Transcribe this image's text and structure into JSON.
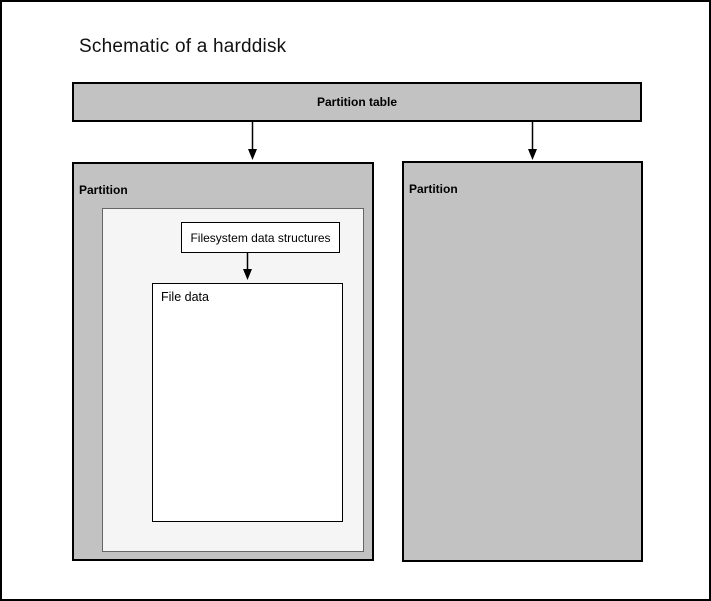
{
  "title": "Schematic of a harddisk",
  "partition_table": {
    "label": "Partition table"
  },
  "left_partition": {
    "label": "Partition",
    "filesystem_box": {
      "label": "Filesystem data structures"
    },
    "file_data_box": {
      "label": "File data"
    }
  },
  "right_partition": {
    "label": "Partition"
  },
  "colors": {
    "partition_fill": "#c2c2c2",
    "inner_area_fill": "#f5f5f5",
    "inner_area_border": "#666666",
    "box_border": "#000000",
    "white_box_fill": "#ffffff",
    "text": "#000000",
    "canvas_frame": "#000000"
  }
}
